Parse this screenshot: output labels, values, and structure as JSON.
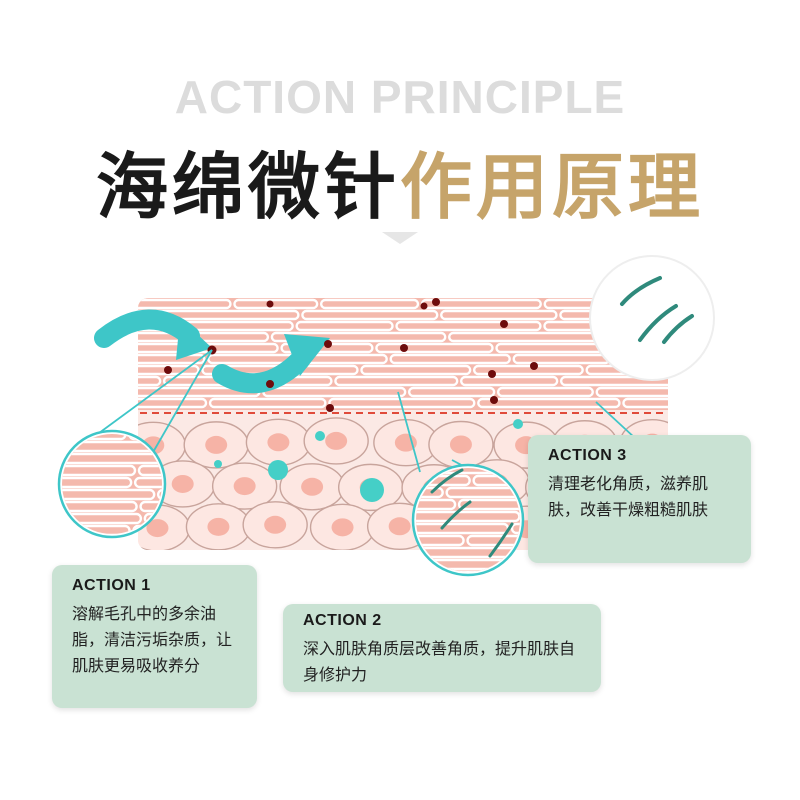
{
  "header": {
    "subtitle": "ACTION PRINCIPLE",
    "title_dark": "海绵微针",
    "title_gold": "作用原理"
  },
  "colors": {
    "gold": "#c6a46a",
    "skin": "#f4b9ad",
    "card_green": "#c9e2d3",
    "teal": "#3cc8c4",
    "melanin": "#6e0c0c"
  },
  "actions": [
    {
      "label": "ACTION 1",
      "text": "溶解毛孔中的多余油脂，清洁污垢杂质，让肌肤更易吸收养分"
    },
    {
      "label": "ACTION 2",
      "text": "深入肌肤角质层改善角质，提升肌肤自身修护力"
    },
    {
      "label": "ACTION 3",
      "text": "清理老化角质，滋养肌肤，改善干燥粗糙肌肤"
    }
  ]
}
